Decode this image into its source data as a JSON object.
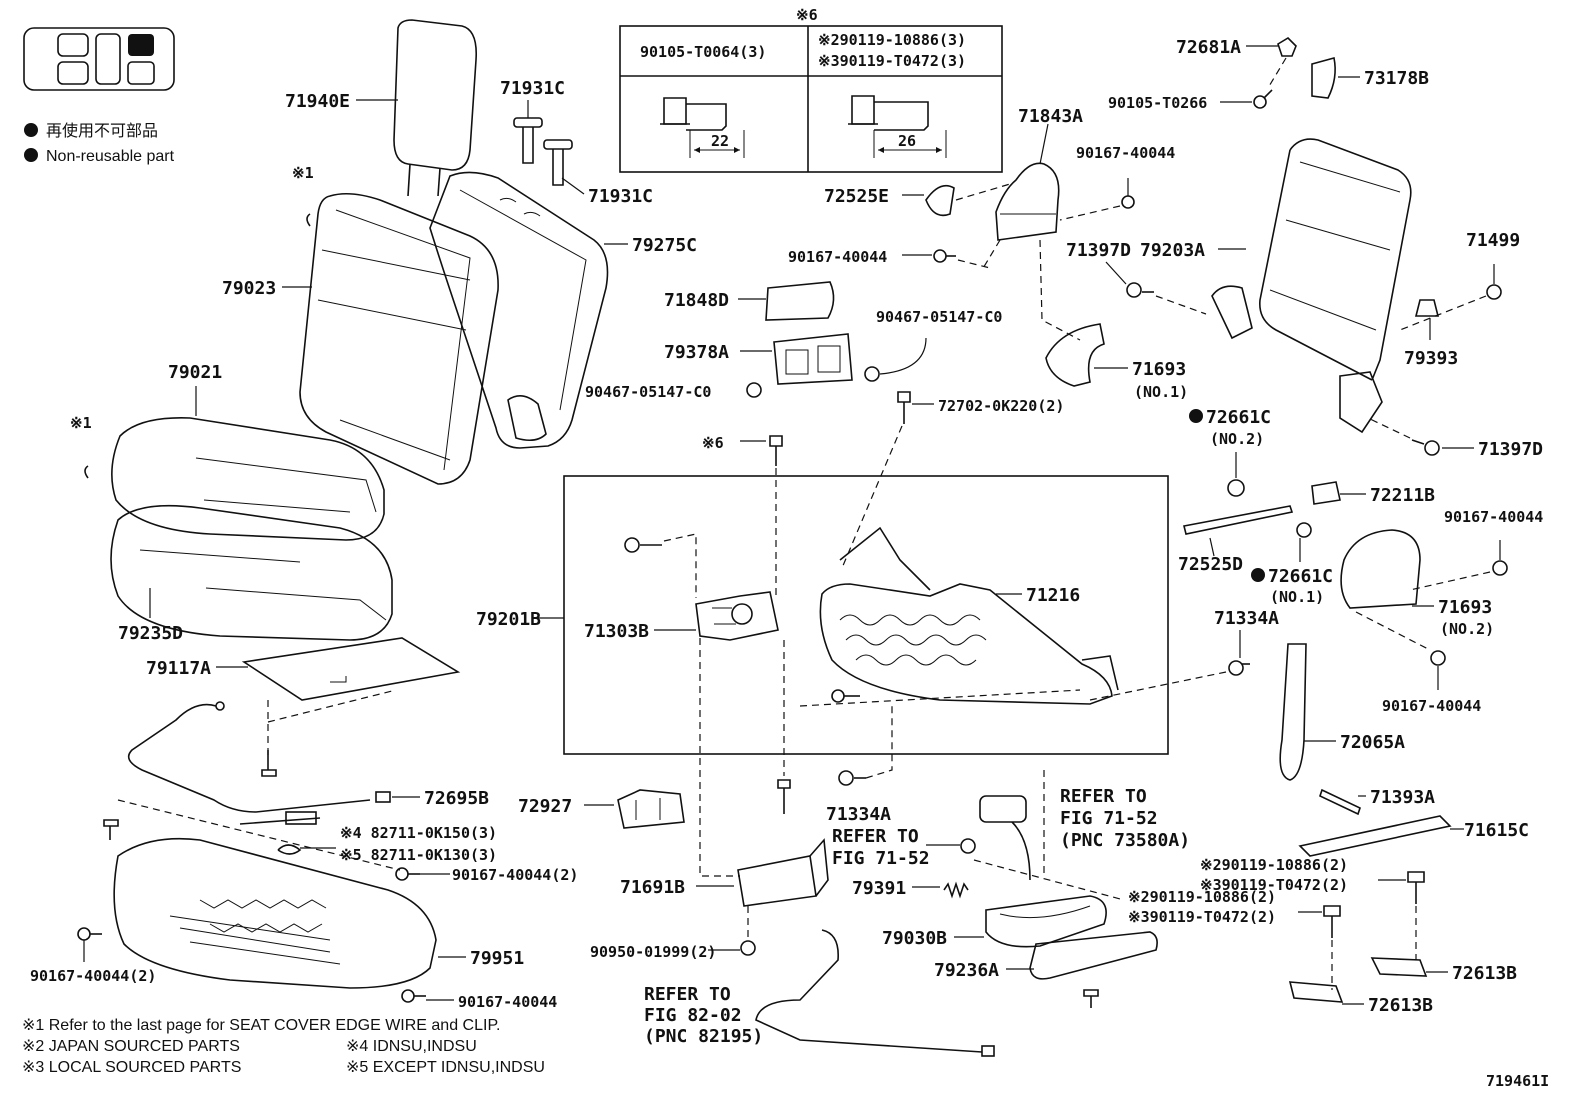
{
  "legend": {
    "label_jp": "再使用不可部品",
    "label_en": "Non-reusable part"
  },
  "bolt_table": {
    "mark": "※6",
    "col1_header": "90105-T0064(3)",
    "col2_header_line1": "※290119-10886(3)",
    "col2_header_line2": "※390119-T0472(3)",
    "col1_dim": "22",
    "col2_dim": "26"
  },
  "labels": {
    "p71940E": "71940E",
    "p71931C_a": "71931C",
    "p71931C_b": "71931C",
    "mark1_a": "※1",
    "p79023": "79023",
    "p79275C": "79275C",
    "p79021": "79021",
    "mark1_b": "※1",
    "p79235D": "79235D",
    "p79117A": "79117A",
    "p72695B": "72695B",
    "n82711_a": "※4 82711-0K150(3)",
    "n82711_b": "※5 82711-0K130(3)",
    "n90167_2a": "90167-40044(2)",
    "p79951": "79951",
    "n90167_2b": "90167-40044(2)",
    "n90167_c": "90167-40044",
    "p72927": "72927",
    "p71691B": "71691B",
    "n90950": "90950-01999(2)",
    "p79201B": "79201B",
    "p71303B": "71303B",
    "mark6": "※6",
    "p71848D": "71848D",
    "p79378A": "79378A",
    "n90467_a": "90467-05147-C0",
    "n90467_b": "90467-05147-C0",
    "n72702": "72702-0K220(2)",
    "n90167_d": "90167-40044",
    "p71843A": "71843A",
    "n90167_e": "90167-40044",
    "p72525E": "72525E",
    "p71216": "71216",
    "p71334A_a": "71334A",
    "ref1_l1": "REFER TO",
    "ref1_l2": "FIG 71-52",
    "ref2_l1": "REFER TO",
    "ref2_l2": "FIG 71-52",
    "ref2_l3": "(PNC 73580A)",
    "p79391": "79391",
    "p79030B": "79030B",
    "p79236A": "79236A",
    "ref3_l1": "REFER TO",
    "ref3_l2": "FIG 82-02",
    "ref3_l3": "(PNC 82195)",
    "p72681A": "72681A",
    "p73178B": "73178B",
    "n90105": "90105-T0266",
    "p71397D_a": "71397D",
    "p79203A": "79203A",
    "p71499": "71499",
    "p71693_a": "71693",
    "no1_a": "(NO.1)",
    "p79393": "79393",
    "p71397D_b": "71397D",
    "p72661C_a": "72661C",
    "no2_a": "(NO.2)",
    "p72211B": "72211B",
    "p72525D": "72525D",
    "p72661C_b": "72661C",
    "no1_b": "(NO.1)",
    "n90167_f": "90167-40044",
    "p71693_b": "71693",
    "no2_b": "(NO.2)",
    "p71334A_b": "71334A",
    "n90167_g": "90167-40044",
    "p72065A": "72065A",
    "p71393A": "71393A",
    "p71615C": "71615C",
    "n90119_a1": "※290119-10886(2)",
    "n90119_a2": "※390119-T0472(2)",
    "n90119_b1": "※290119-10886(2)",
    "n90119_b2": "※390119-T0472(2)",
    "p72613B_a": "72613B",
    "p72613B_b": "72613B"
  },
  "footnotes": {
    "f1": "※1  Refer to the last page for SEAT COVER EDGE WIRE and CLIP.",
    "f2": "※2  JAPAN SOURCED PARTS",
    "f3": "※3  LOCAL SOURCED PARTS",
    "f4": "※4 IDNSU,INDSU",
    "f5": "※5 EXCEPT IDNSU,INDSU",
    "figure_id": "719461I"
  }
}
